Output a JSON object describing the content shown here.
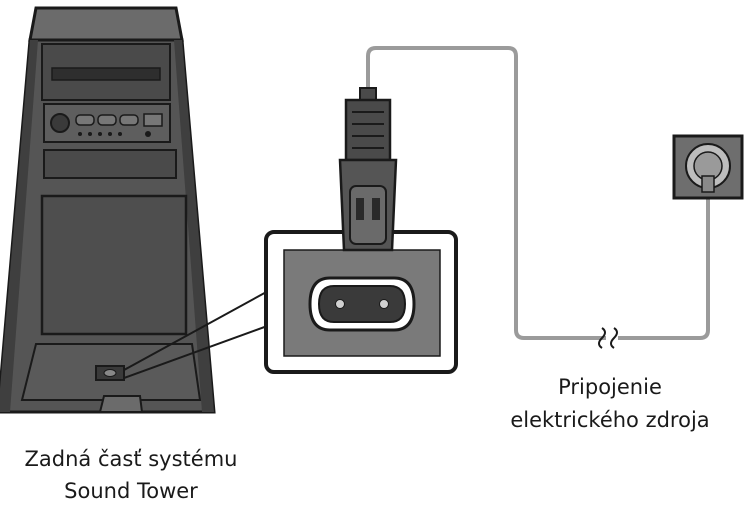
{
  "labels": {
    "tower_line1": "Zadná časť systému",
    "tower_line2": "Sound Tower",
    "power_line1": "Pripojenie",
    "power_line2": "elektrického zdroja"
  },
  "colors": {
    "outline": "#1a1a1a",
    "dark_fill": "#4a4a4a",
    "mid_fill": "#6b6b6b",
    "light_fill": "#9a9a9a",
    "cable": "#9b9b9b",
    "background": "#ffffff"
  },
  "icons": [
    "sound-tower-back",
    "power-socket-panel",
    "power-plug",
    "power-cable",
    "wall-outlet"
  ]
}
